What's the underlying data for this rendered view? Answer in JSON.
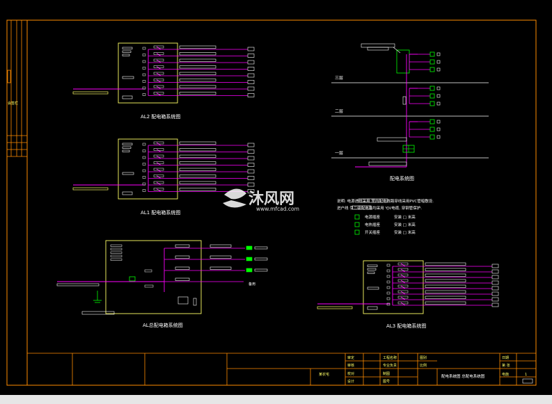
{
  "colors": {
    "frame": "#ff8c00",
    "panel": "#ffff66",
    "bus": "#ff00ff",
    "feeder": "#ffffff",
    "cable": "#00ff00",
    "watermark": "#ffffff"
  },
  "diagrams": {
    "al2": "AL2 配电箱系统图",
    "al1": "AL1 配电箱系统图",
    "al_main": "AL总配电箱系统图",
    "al3": "AL3 配电箱系统图",
    "riser": "配电系统图"
  },
  "floors": {
    "f3": "三层",
    "f2": "二层",
    "f1": "一层"
  },
  "spare_label": "备用",
  "notes": {
    "line1": "说明: 电源进线采用            室内配电线路穿线采用PVC管暗敷设.",
    "line2": "进户线            引二级配电箱均采用 YJV电缆, 穿钢管保护.",
    "legend": [
      {
        "icon": "socket-icon",
        "name": "电源插座",
        "detail": "安装 □ 米高"
      },
      {
        "icon": "socket-icon",
        "name": "电热插座",
        "detail": "安装 □ 米高"
      },
      {
        "icon": "socket-icon",
        "name": "开关插座",
        "detail": "安装 □ 米高"
      }
    ]
  },
  "watermark": {
    "brand": "沐风网",
    "url": "www.mfcad.com"
  },
  "title_block": {
    "cells": [
      "审定",
      "审核",
      "校对",
      "设计",
      "工程名称",
      "专业负责",
      "制图",
      "图号",
      "图别",
      "比例",
      "日期",
      "第 张"
    ],
    "project": "某农宅",
    "drawing_title": "配电系统图  总配电系统图",
    "sheet_label": "电施",
    "sheet_no": "1"
  },
  "left_strip": {
    "label": "会签栏"
  }
}
